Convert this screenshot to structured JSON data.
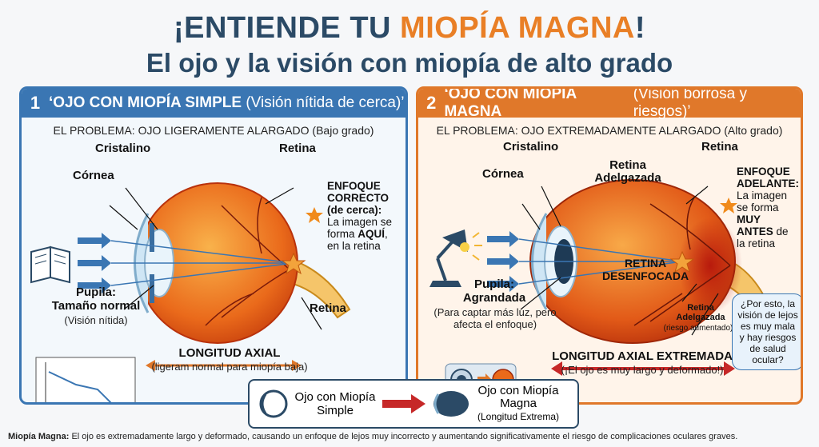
{
  "header": {
    "title_pre": "¡ENTIENDE TU ",
    "title_accent": "MIOPÍA MAGNA",
    "title_post": "!",
    "subtitle": "El ojo y la visión con miopía de alto grado"
  },
  "colors": {
    "blue": "#3a76b3",
    "orange": "#e0782a",
    "navy": "#2b4a66",
    "red": "#c62828"
  },
  "left_panel": {
    "number": "1",
    "heading": "‘OJO CON MIOPÍA SIMPLE",
    "heading_paren": "(Visión nítida de cerca)’",
    "problem": "EL PROBLEMA: OJO LIGERAMENTE ALARGADO (Bajo grado)",
    "cristalino": "Cristalino",
    "retina_top": "Retina",
    "cornea": "Córnea",
    "focus_title": "ENFOQUE CORRECTO (de cerca):",
    "focus_text_pre": "La imagen se forma ",
    "focus_text_bold": "AQUÍ",
    "focus_text_post": ", en la retina",
    "pupila": "Pupila:",
    "pupila_sub": "Tamaño normal",
    "pupila_note": "(Visión nítida)",
    "retina_bottom": "Retina",
    "axial": "LONGITUD AXIAL",
    "axial_sub": "(ligeram normal para miopía baja)"
  },
  "right_panel": {
    "number": "2",
    "heading": "‘OJO CON MIOPÍA MAGNA",
    "heading_paren": "(Visión borrosa y riesgos)’",
    "problem": "EL PROBLEMA: OJO EXTREMADAMENTE ALARGADO (Alto grado)",
    "cristalino": "Cristalino",
    "retina_top": "Retina",
    "retina_thin": "Retina Adelgazada",
    "cornea": "Córnea",
    "focus_title": "ENFOQUE ADELANTE:",
    "focus_text_pre": "La imagen se forma ",
    "focus_text_bold": "MUY ANTES",
    "focus_text_post": " de la retina",
    "retina_blur": "RETINA DESENFOCADA",
    "pupila": "Pupila:",
    "pupila_sub": "Agrandada",
    "pupila_note": "(Para captar más luz, pero afecta el enfoque)",
    "retina_thin2": "Retina Adelgazada",
    "risk": "(riesgo aumentado)",
    "bubble": "¿Por esto, la visión de lejos es muy mala y hay riesgos de salud ocular?",
    "axial": "LONGITUD AXIAL EXTREMADA",
    "axial_sub": "(¡El ojo es muy largo y deformado!)"
  },
  "legend": {
    "simple": "Ojo con Miopía Simple",
    "magna": "Ojo con Miopía Magna",
    "magna_note": "(Longitud Extrema)"
  },
  "footer": {
    "bold": "Miopía Magna:",
    "text": " El ojo es extremadamente largo y deformado, causando un enfoque de lejos muy incorrecto y aumentando significativamente el riesgo de complicaciones oculares graves."
  }
}
